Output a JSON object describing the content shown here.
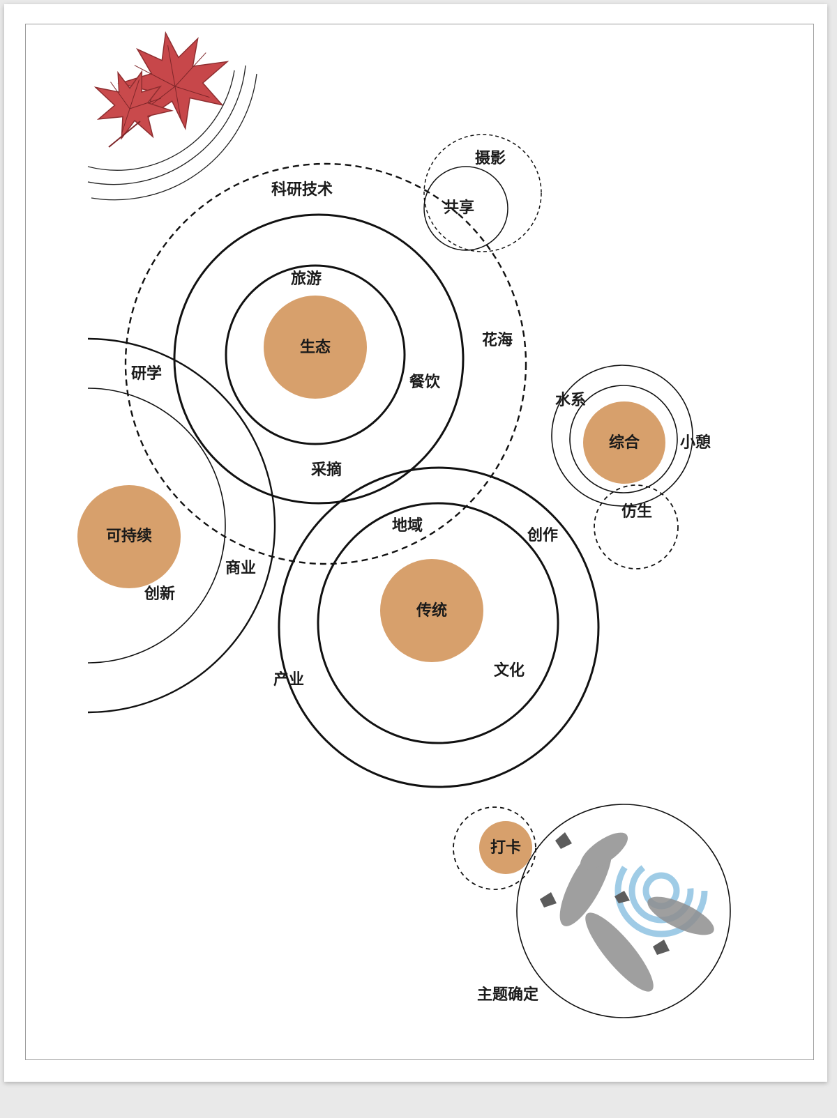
{
  "colors": {
    "core_fill": "#d7a06c",
    "stroke": "#111111",
    "leaf": "#c7474a",
    "ripple": "#8fc3e2"
  },
  "icons": {
    "leaf": "maple-leaf-icon",
    "koi": "koi-fish-illustration"
  },
  "nodes": {
    "eco": "生态",
    "sustainable": "可持续",
    "traditional": "传统",
    "comprehensive": "综合",
    "checkin": "打卡"
  },
  "labels": {
    "research_tech": "科研技术",
    "tourism": "旅游",
    "flower_sea": "花海",
    "dining": "餐饮",
    "picking": "采摘",
    "study": "研学",
    "photo": "摄影",
    "share": "共享",
    "water": "水系",
    "rest": "小憩",
    "bionic": "仿生",
    "region": "地域",
    "creation": "创作",
    "business": "商业",
    "innovation": "创新",
    "industry": "产业",
    "culture": "文化",
    "theme": "主题确定"
  }
}
